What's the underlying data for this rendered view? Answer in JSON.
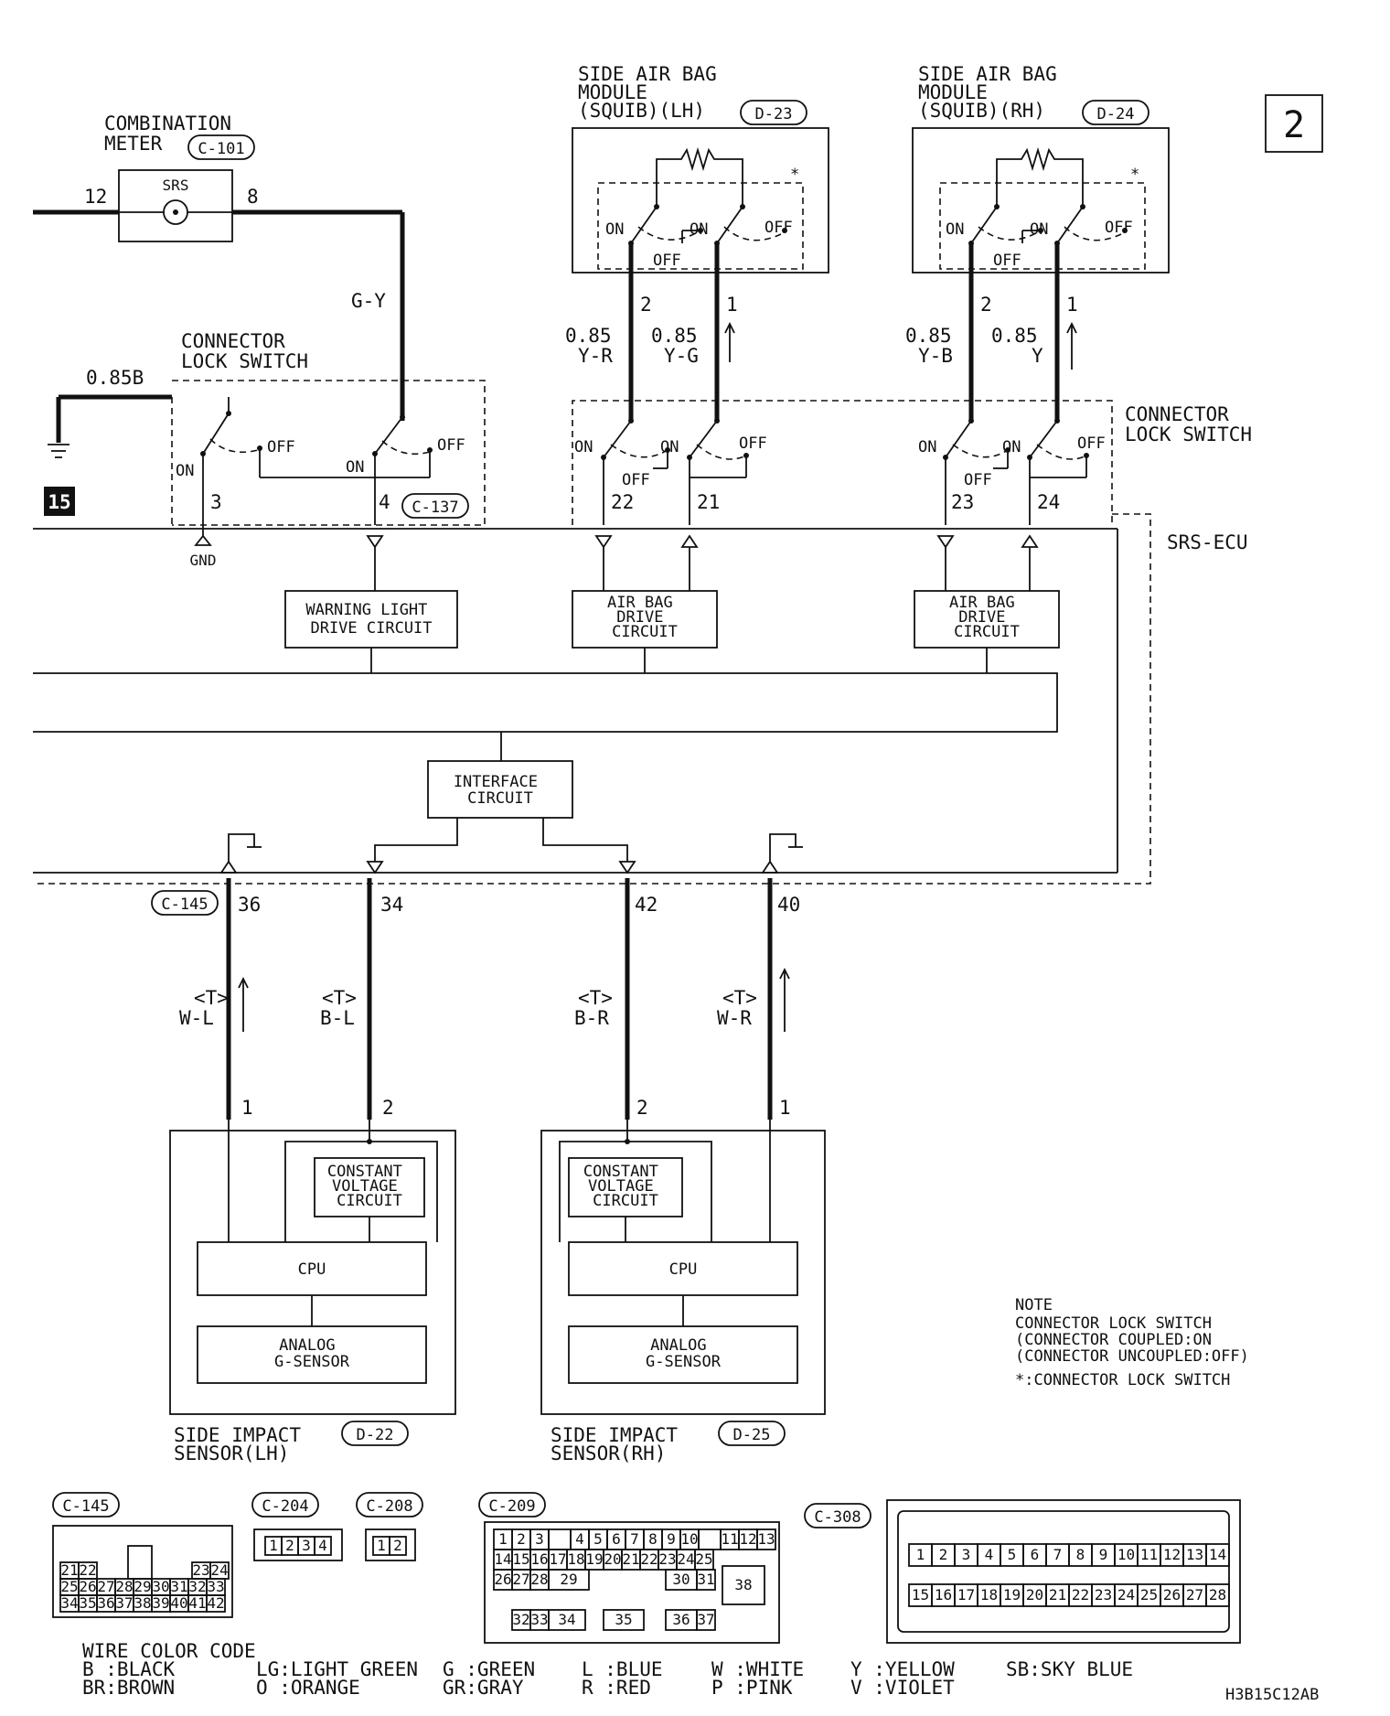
{
  "page_number": "2",
  "drawing_code": "H3B15C12AB",
  "components": {
    "combination_meter": {
      "name": "COMBINATION\nMETER",
      "connector": "C-101",
      "indicator": "SRS",
      "pins": [
        "12",
        "8"
      ]
    },
    "side_airbag_lh": {
      "name": "SIDE AIR BAG\nMODULE\n(SQUIB)(LH)",
      "connector": "D-23",
      "pins": [
        "2",
        "1"
      ]
    },
    "side_airbag_rh": {
      "name": "SIDE AIR BAG\nMODULE\n(SQUIB)(RH)",
      "connector": "D-24",
      "pins": [
        "2",
        "1"
      ]
    },
    "connector_lock_switch_left": {
      "name": "CONNECTOR\nLOCK SWITCH",
      "connector": "C-137",
      "pins": [
        "3",
        "4"
      ]
    },
    "connector_lock_switch_right": {
      "name": "CONNECTOR\nLOCK SWITCH"
    },
    "srs_ecu": {
      "name": "SRS-ECU",
      "pins_top": [
        "22",
        "21",
        "23",
        "24"
      ],
      "pins_bottom": [
        "36",
        "34",
        "42",
        "40"
      ],
      "bottom_connector": "C-145"
    },
    "warning_light_drive": {
      "name": "WARNING LIGHT\nDRIVE CIRCUIT"
    },
    "air_bag_drive": {
      "name": "AIR BAG\nDRIVE\nCIRCUIT"
    },
    "interface_circuit": {
      "name": "INTERFACE\nCIRCUIT"
    },
    "side_impact_sensor_lh": {
      "name": "SIDE IMPACT\nSENSOR(LH)",
      "connector": "D-22",
      "pins": [
        "1",
        "2"
      ]
    },
    "side_impact_sensor_rh": {
      "name": "SIDE IMPACT\nSENSOR(RH)",
      "connector": "D-25",
      "pins": [
        "2",
        "1"
      ]
    },
    "constant_voltage": {
      "name": "CONSTANT\nVOLTAGE\nCIRCUIT"
    },
    "cpu": {
      "name": "CPU"
    },
    "analog_g_sensor": {
      "name": "ANALOG\nG-SENSOR"
    },
    "ground": {
      "label": "GND",
      "ref": "15"
    }
  },
  "switch_labels": {
    "on": "ON",
    "off": "OFF",
    "star": "*"
  },
  "wires": {
    "meter_to_ecu": "G-Y",
    "ground_wire": "0.85B",
    "lh_pin2": {
      "size": "0.85",
      "color": "Y-R"
    },
    "lh_pin1": {
      "size": "0.85",
      "color": "Y-G"
    },
    "rh_pin2": {
      "size": "0.85",
      "color": "Y-B"
    },
    "rh_pin1": {
      "size": "0.85",
      "color": "Y"
    },
    "twisted": "<T>",
    "w36": "W-L",
    "w34": "B-L",
    "w42": "B-R",
    "w40": "W-R"
  },
  "note": {
    "title": "NOTE",
    "lines": [
      "CONNECTOR LOCK SWITCH",
      "(CONNECTOR COUPLED:ON",
      "(CONNECTOR UNCOUPLED:OFF)",
      "*:CONNECTOR LOCK SWITCH"
    ]
  },
  "connector_views": {
    "c145": {
      "label": "C-145",
      "rows": [
        [
          "21",
          "22",
          "23",
          "24"
        ],
        [
          "25",
          "26",
          "27",
          "28",
          "29",
          "30",
          "31",
          "32",
          "33"
        ],
        [
          "34",
          "35",
          "36",
          "37",
          "38",
          "39",
          "40",
          "41",
          "42"
        ]
      ]
    },
    "c204": {
      "label": "C-204",
      "pins": [
        "1",
        "2",
        "3",
        "4"
      ]
    },
    "c208": {
      "label": "C-208",
      "pins": [
        "1",
        "2"
      ]
    },
    "c209": {
      "label": "C-209",
      "rows": [
        [
          "1",
          "2",
          "3",
          "4",
          "5",
          "6",
          "7",
          "8",
          "9",
          "10",
          "11",
          "12",
          "13"
        ],
        [
          "14",
          "15",
          "16",
          "17",
          "18",
          "19",
          "20",
          "21",
          "22",
          "23",
          "24",
          "25",
          "38"
        ],
        [
          "26",
          "27",
          "28",
          "29",
          "30",
          "31"
        ],
        [
          "32",
          "33",
          "34",
          "35",
          "36",
          "37"
        ]
      ]
    },
    "c308": {
      "label": "C-308",
      "rows": [
        [
          "1",
          "2",
          "3",
          "4",
          "5",
          "6",
          "7",
          "8",
          "9",
          "10",
          "11",
          "12",
          "13",
          "14"
        ],
        [
          "15",
          "16",
          "17",
          "18",
          "19",
          "20",
          "21",
          "22",
          "23",
          "24",
          "25",
          "26",
          "27",
          "28"
        ]
      ]
    }
  },
  "wire_color_code": {
    "title": "WIRE COLOR CODE",
    "entries": [
      [
        "B :BLACK",
        "BR:BROWN"
      ],
      [
        "LG:LIGHT GREEN",
        "O :ORANGE"
      ],
      [
        "G :GREEN",
        "GR:GRAY"
      ],
      [
        "L :BLUE",
        "R :RED"
      ],
      [
        "W :WHITE",
        "P :PINK"
      ],
      [
        "Y :YELLOW",
        "V :VIOLET"
      ],
      [
        "SB:SKY BLUE"
      ]
    ]
  }
}
